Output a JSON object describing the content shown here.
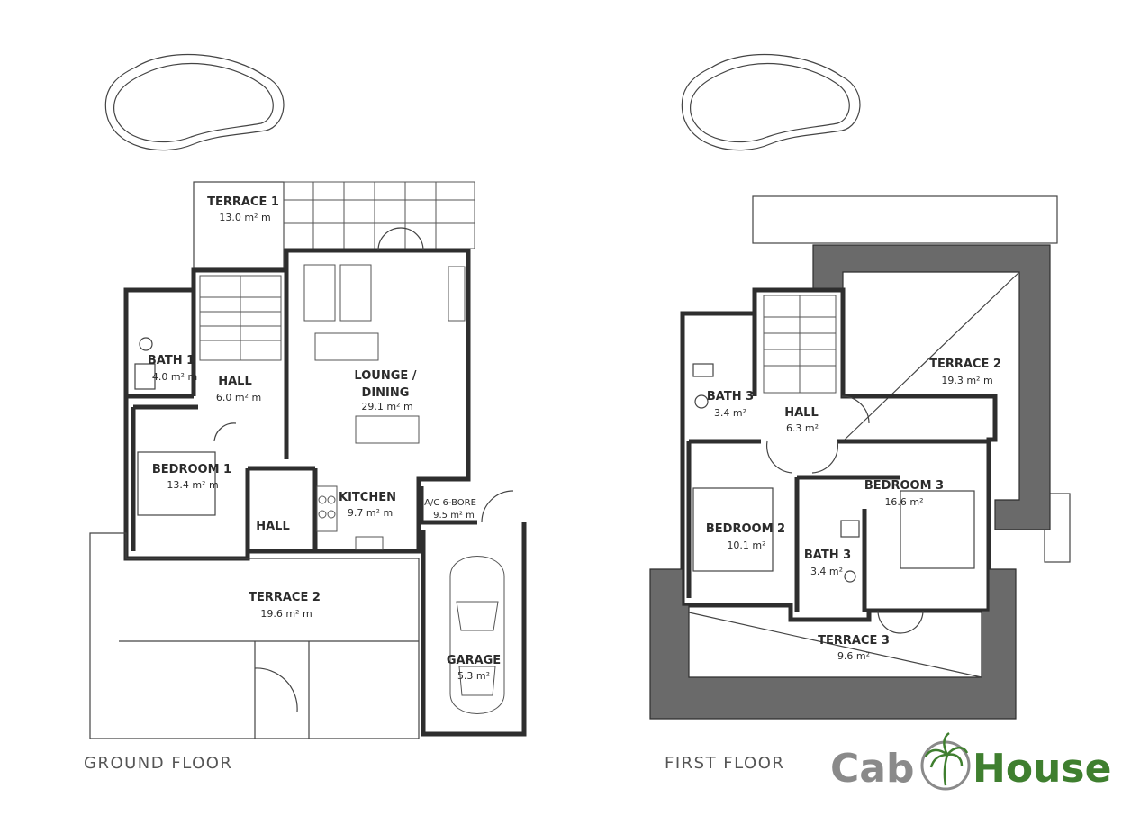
{
  "ground_floor": {
    "title": "GROUND FLOOR",
    "rooms": [
      {
        "name": "TERRACE 1",
        "area": "13.0 m² m"
      },
      {
        "name": "BATH 1",
        "area": "4.0 m² m"
      },
      {
        "name": "HALL",
        "area": "6.0 m² m"
      },
      {
        "name": "LOUNGE /",
        "name2": "DINING",
        "area": "29.1 m² m"
      },
      {
        "name": "BEDROOM 1",
        "area": "13.4 m² m"
      },
      {
        "name": "HALL",
        "area": ""
      },
      {
        "name": "KITCHEN",
        "area": "9.7 m² m"
      },
      {
        "name": "A/C 6-BORE",
        "area": "9.5 m² m"
      },
      {
        "name": "TERRACE 2",
        "area": "19.6 m² m"
      },
      {
        "name": "GARAGE",
        "area": "5.3 m²"
      }
    ]
  },
  "first_floor": {
    "title": "FIRST FLOOR",
    "rooms": [
      {
        "name": "TERRACE 2",
        "area": "19.3 m² m"
      },
      {
        "name": "BATH 3",
        "area": "3.4 m²"
      },
      {
        "name": "HALL",
        "area": "6.3 m²"
      },
      {
        "name": "BEDROOM 3",
        "area": "16.6 m²"
      },
      {
        "name": "BEDROOM 2",
        "area": "10.1 m²"
      },
      {
        "name": "BATH 3",
        "area": "3.4 m²"
      },
      {
        "name": "TERRACE 3",
        "area": "9.6 m²"
      }
    ]
  },
  "logo": {
    "part1": "Cab",
    "part2": "House",
    "color1": "#8a8a8a",
    "color2": "#3f7f2f"
  }
}
